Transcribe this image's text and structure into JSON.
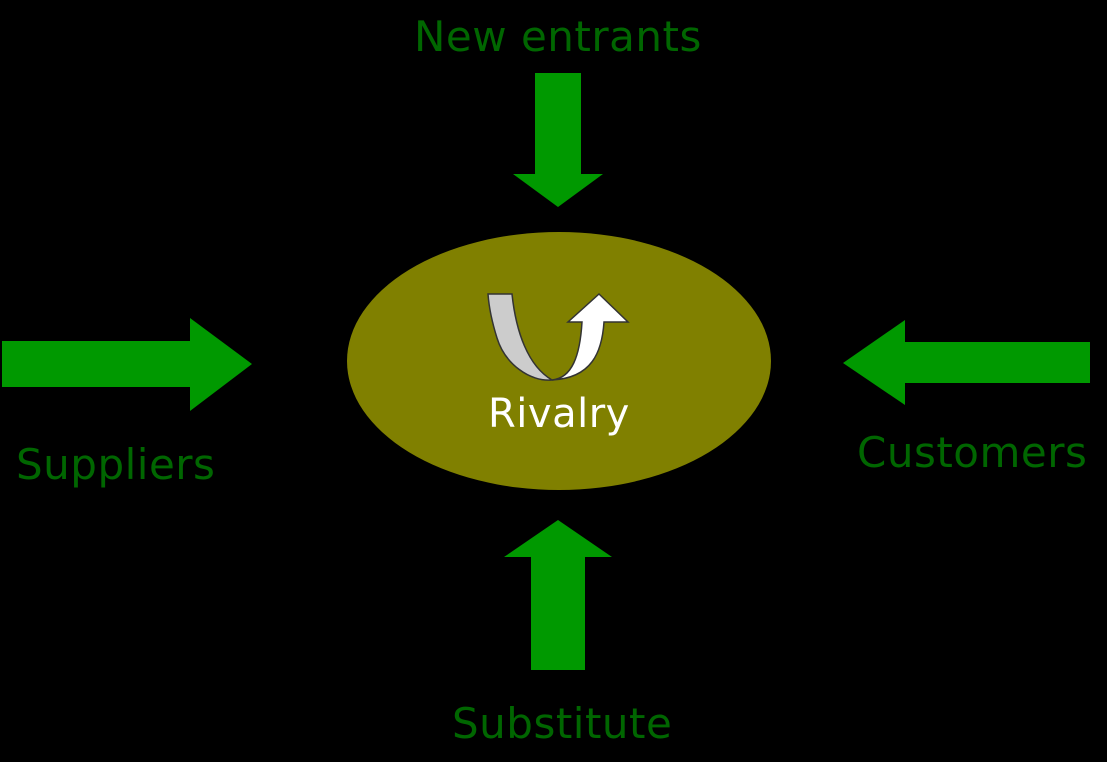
{
  "diagram": {
    "labels": {
      "new_entrants": "New entrants",
      "suppliers": "Suppliers",
      "customers": "Customers",
      "substitute": "Substitute",
      "center": "Rivalry"
    },
    "colors": {
      "background": "#000000",
      "arrow_fill": "#009900",
      "label_text": "#006600",
      "ellipse_fill": "#808000",
      "center_text": "#ffffff",
      "curved_arrow_dark": "#cccccc",
      "curved_arrow_light": "#ffffff",
      "curved_arrow_outline": "#333333"
    },
    "icons": {
      "center": "u-turn-arrow-icon",
      "forces": [
        "arrow-down-icon",
        "arrow-right-icon",
        "arrow-left-icon",
        "arrow-up-icon"
      ]
    }
  }
}
